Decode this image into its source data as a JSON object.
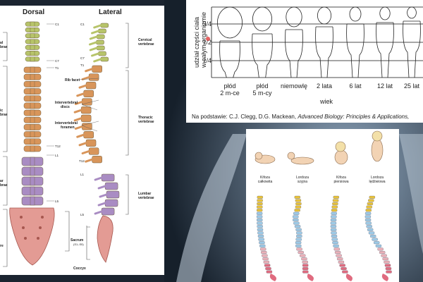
{
  "colors": {
    "cervical": "#b7c46a",
    "thoracic": "#d8955a",
    "lumbar": "#a98cc3",
    "sacrum": "#e39b94",
    "slide_bg": "#1b2430",
    "dev_cervical": "#e8c23a",
    "dev_thoracic": "#9cc9e6",
    "dev_lumbar": "#eab0b8",
    "dev_sacrum": "#e06b7f"
  },
  "spine": {
    "dorsal_title": "Dorsal",
    "lateral_title": "Lateral",
    "left_labels": {
      "cervical": "al\nbrae",
      "thoracic": "ic\nbrae",
      "lumbar": "ar\nbrae",
      "sacrum": "re"
    },
    "dorsal_ticks": {
      "c1": "C1",
      "c7": "C7",
      "t1": "T1",
      "t12": "T12",
      "l1": "L1",
      "l5": "L5"
    },
    "lateral_ticks": {
      "c1": "C1",
      "c7": "C7",
      "t1": "T1",
      "t12": "T12",
      "l1": "L1",
      "l5": "L5"
    },
    "rib_facet": "Rib facet",
    "intervertebral_discs": "Intervertebral\ndiscs",
    "intervertebral_foramen": "Intervertebral\nforamen",
    "cervical_vertebrae": "Cervical\nvertebrae",
    "thoracic_vertebrae": "Thoracic\nvertebrae",
    "lumbar_vertebrae": "Lumbar\nvertebrae",
    "sacrum": "Sacrum\n(S1–S5)",
    "coccyx": "Coccyx"
  },
  "growth": {
    "y_axis_label": "udział części ciała\nw całym organizmie",
    "y_ticks": [
      "3/4",
      "1/2",
      "1/4"
    ],
    "stages": [
      "płód\n2 m-ce",
      "płód\n5 m-cy",
      "niemowlę",
      "2 lata",
      "6 lat",
      "12 lat",
      "25 lat"
    ],
    "x_axis_label": "wiek",
    "source_prefix": "Na podstawie:",
    "source_authors": "C.J. Clegg, D.G. Mackean,",
    "source_title": "Advanced Biology: Principles & Applications,"
  },
  "development": {
    "labels": [
      "Kifoza\ncałkowita",
      "Lordoza\nszyjna",
      "Kifoza\npiersiowa",
      "Lordoza\nlędźwiowa"
    ]
  }
}
